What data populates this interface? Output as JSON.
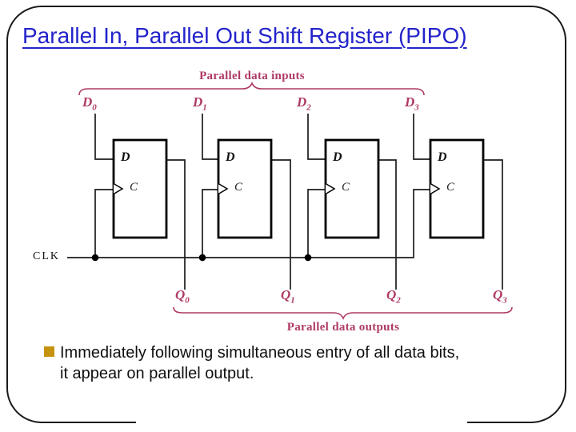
{
  "title": "Parallel In, Parallel Out Shift Register (PIPO)",
  "diagram": {
    "inputs_caption": "Parallel data inputs",
    "outputs_caption": "Parallel data outputs",
    "clk_label": "CLK",
    "inputs": [
      {
        "base": "D",
        "sub": "0"
      },
      {
        "base": "D",
        "sub": "1"
      },
      {
        "base": "D",
        "sub": "2"
      },
      {
        "base": "D",
        "sub": "3"
      }
    ],
    "outputs": [
      {
        "base": "Q",
        "sub": "0"
      },
      {
        "base": "Q",
        "sub": "1"
      },
      {
        "base": "Q",
        "sub": "2"
      },
      {
        "base": "Q",
        "sub": "3"
      }
    ],
    "flipflops": [
      {
        "data_pin": "D",
        "clock_pin": "C"
      },
      {
        "data_pin": "D",
        "clock_pin": "C"
      },
      {
        "data_pin": "D",
        "clock_pin": "C"
      },
      {
        "data_pin": "D",
        "clock_pin": "C"
      }
    ]
  },
  "bullet": {
    "line1": "Immediately following simultaneous entry of all data bits,",
    "line2": "it appear on parallel output."
  },
  "colors": {
    "title": "#2323CB",
    "accent": "#AE3A66",
    "marker": "#C6930F",
    "wire": "#1c1c1c"
  }
}
